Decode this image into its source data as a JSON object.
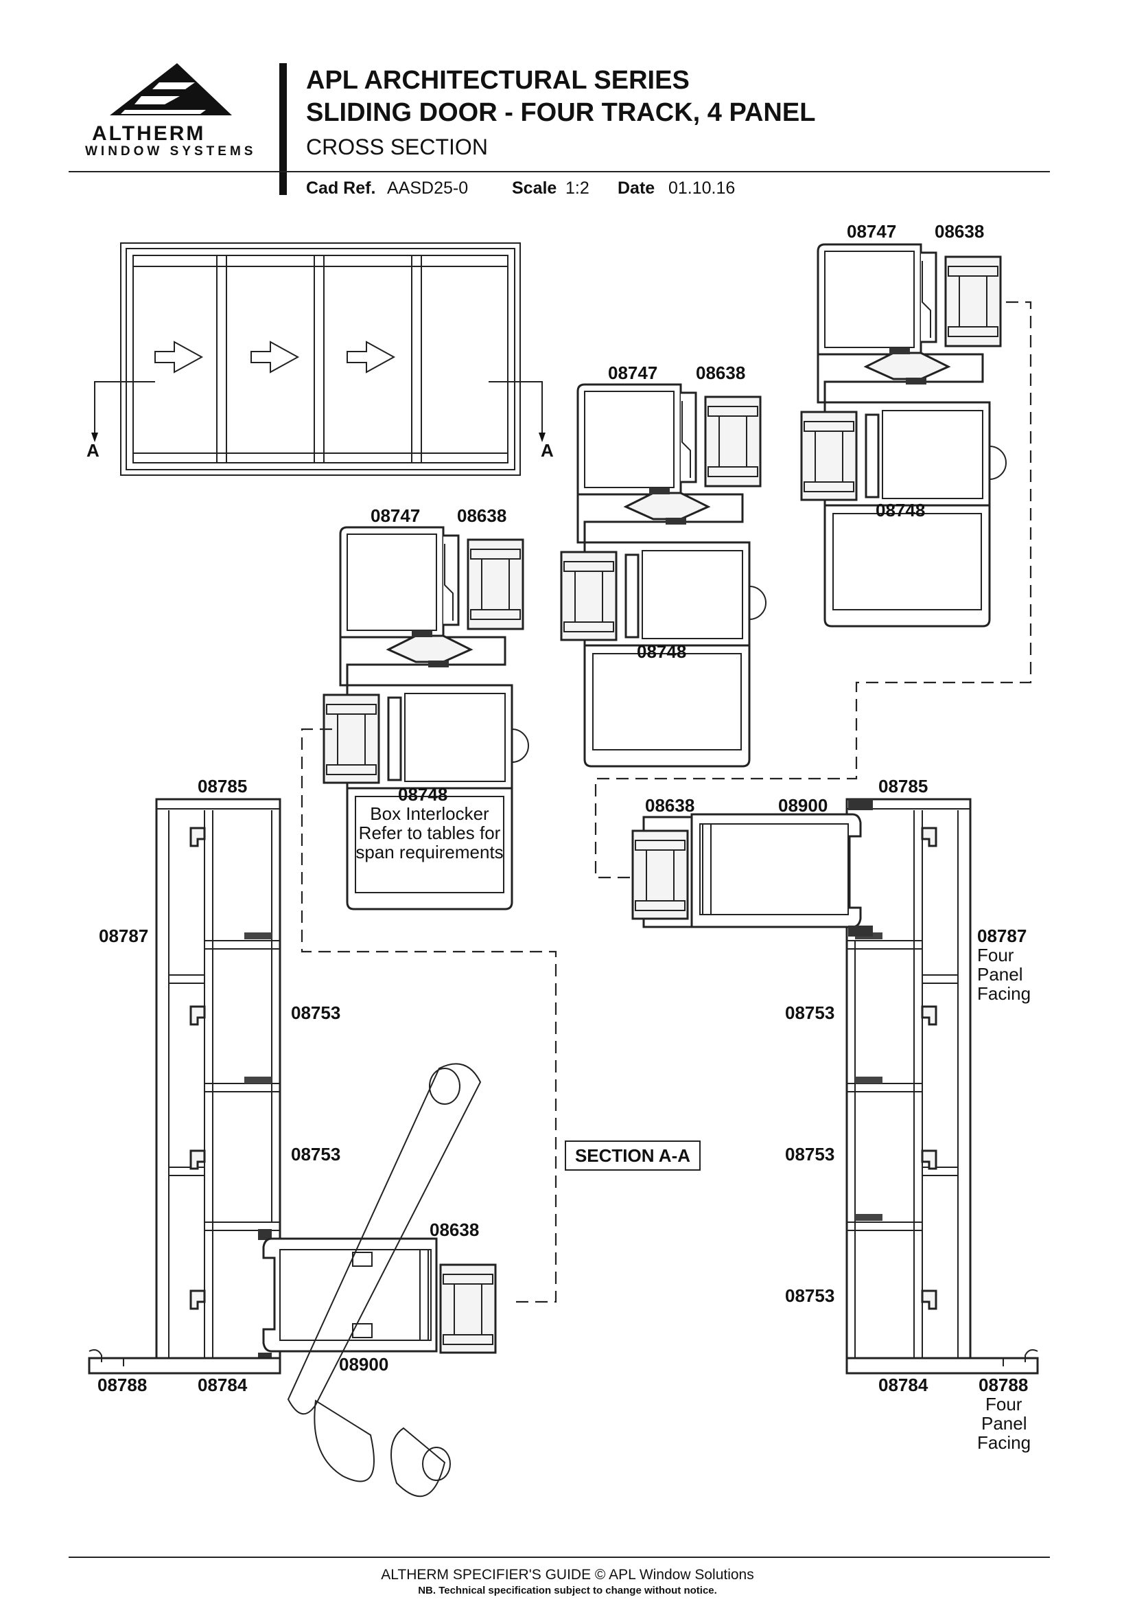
{
  "header": {
    "brand_name": "ALTHERM",
    "brand_sub": "WINDOW SYSTEMS",
    "title_line1": "APL ARCHITECTURAL SERIES",
    "title_line2": "SLIDING DOOR - FOUR TRACK, 4 PANEL",
    "title_line3": "CROSS SECTION",
    "cad_ref_label": "Cad Ref.",
    "cad_ref_value": "AASD25-0",
    "scale_label": "Scale",
    "scale_value": "1:2",
    "date_label": "Date",
    "date_value": "01.10.16"
  },
  "elevation": {
    "section_marker_left": "A",
    "section_marker_right": "A"
  },
  "labels": {
    "p08747": "08747",
    "p08638": "08638",
    "p08748": "08748",
    "p08785": "08785",
    "p08787": "08787",
    "p08753": "08753",
    "p08788": "08788",
    "p08784": "08784",
    "p08900": "08900",
    "interlocker_line1": "Box Interlocker",
    "interlocker_line2": "Refer to tables for",
    "interlocker_line3": "span requirements",
    "facing_four": "Four",
    "facing_panel": "Panel",
    "facing_facing": "Facing",
    "section_title": "SECTION A-A"
  },
  "footer": {
    "line1": "ALTHERM SPECIFIER'S GUIDE  © APL Window Solutions",
    "line2": "NB. Technical specification subject to change without notice."
  }
}
